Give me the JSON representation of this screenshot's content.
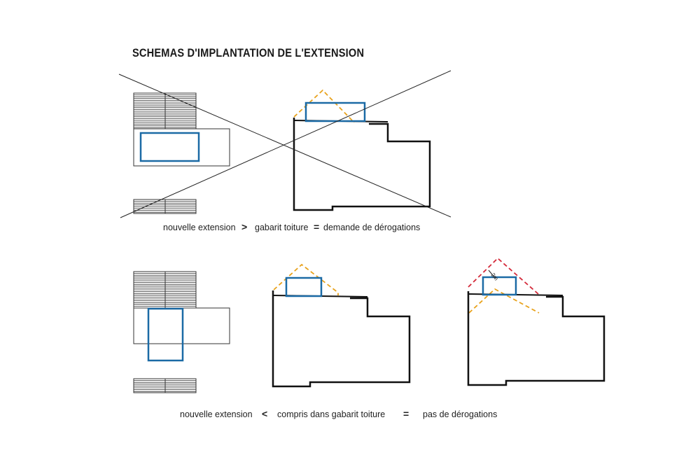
{
  "title": "SCHEMAS D'IMPLANTATION DE L'EXTENSION",
  "row1": {
    "left_text": "nouvelle extension",
    "op1": ">",
    "middle_text": "gabarit toiture",
    "op2": "=",
    "right_text": "demande de dérogations"
  },
  "row2": {
    "left_text": "nouvelle extension",
    "op1": "<",
    "middle_text": "compris dans gabarit toiture",
    "op2": "=",
    "right_text": "pas de dérogations"
  },
  "dimension_label": "2m",
  "colors": {
    "extension": "#1b6aa5",
    "gabarit": "#e8a21c",
    "limit": "#d42a3a",
    "outline": "#111111"
  }
}
